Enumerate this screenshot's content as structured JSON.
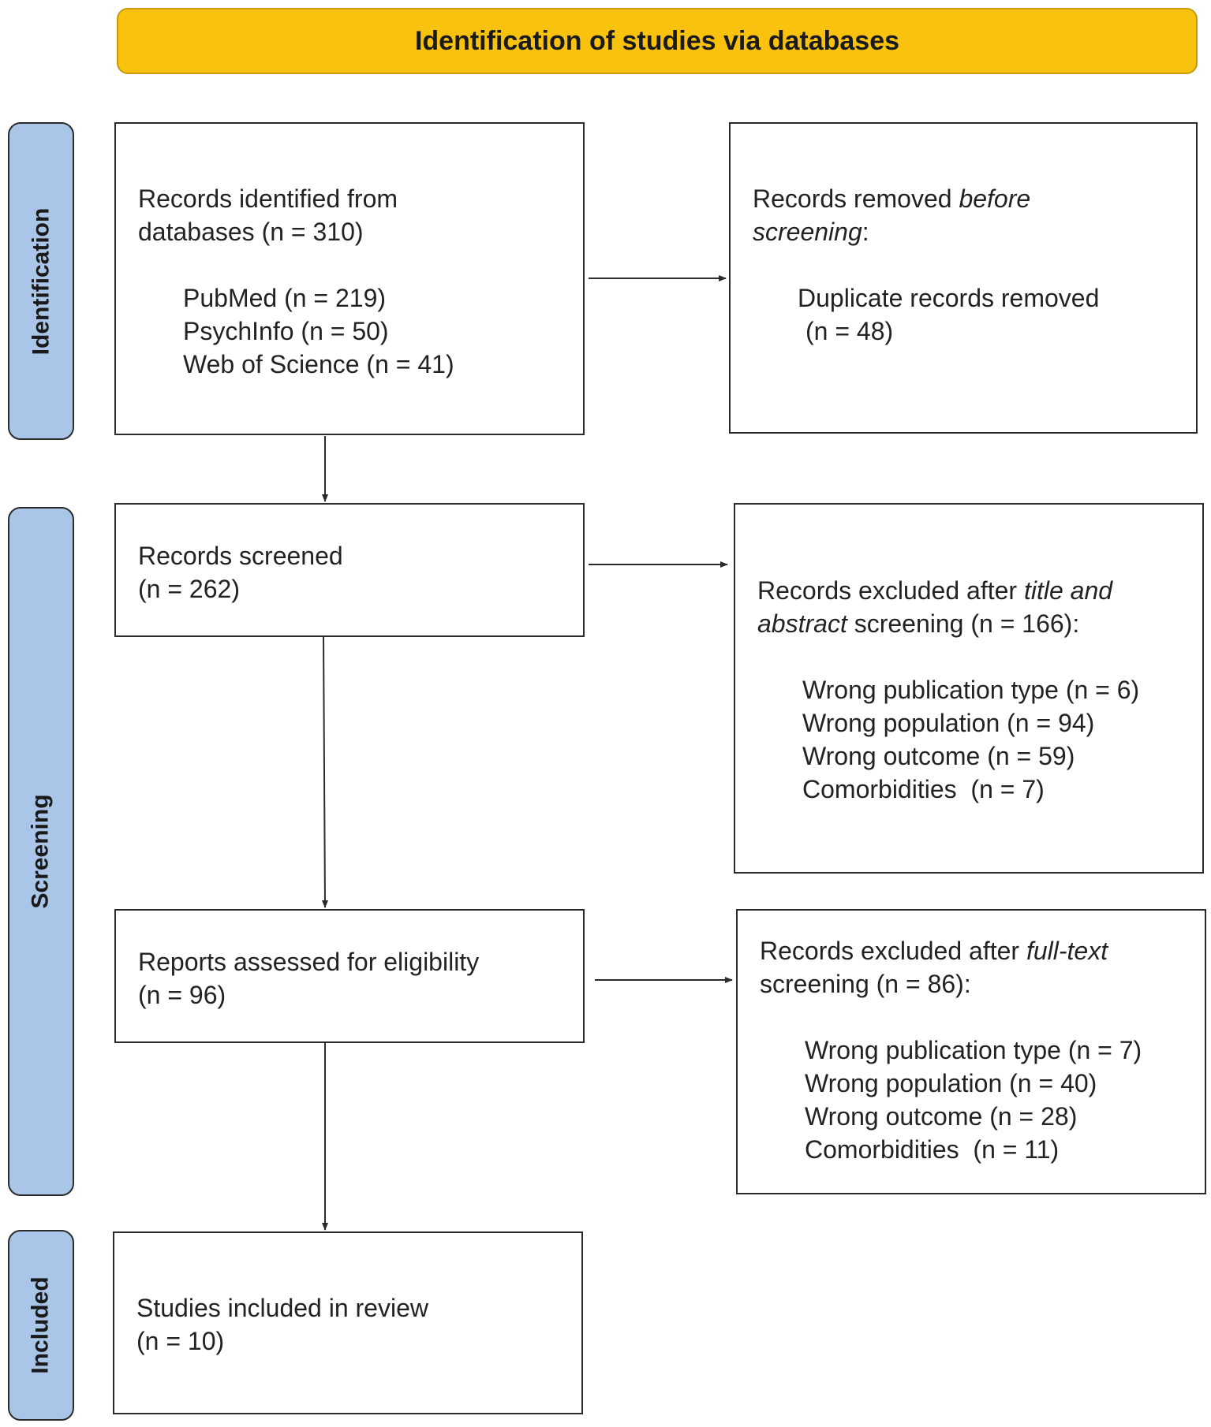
{
  "header": {
    "title": "Identification of studies via databases"
  },
  "stages": {
    "identification": "Identification",
    "screening": "Screening",
    "included": "Included"
  },
  "boxes": {
    "identified": {
      "line1": "Records identified from",
      "line2": "databases (n = 310)",
      "items": [
        "PubMed (n = 219)",
        "PsychInfo (n = 50)",
        "Web of Science (n = 41)"
      ]
    },
    "removed_before": {
      "line1_a": "Records removed ",
      "line1_b": "before",
      "line2": "screening",
      "line2_after": ":",
      "item_line1": "Duplicate records removed",
      "item_line2": "(n = 48)"
    },
    "screened": {
      "line1": "Records screened",
      "line2": "(n = 262)"
    },
    "excluded_title_abstract": {
      "line1_a": "Records excluded after ",
      "line1_b": "title and",
      "line2_a": "abstract",
      "line2_b": " screening (n = 166):",
      "items": [
        "Wrong publication type (n = 6)",
        "Wrong population (n = 94)",
        "Wrong outcome (n = 59)",
        "Comorbidities  (n = 7)"
      ]
    },
    "assessed": {
      "line1": "Reports assessed for eligibility",
      "line2": "(n = 96)"
    },
    "excluded_fulltext": {
      "line1_a": "Records excluded after ",
      "line1_b": "full-text",
      "line2": "screening (n = 86):",
      "items": [
        "Wrong publication type (n = 7)",
        "Wrong population (n = 40)",
        "Wrong outcome (n = 28)",
        "Comorbidities  (n = 11)"
      ]
    },
    "included": {
      "line1": "Studies included in review",
      "line2": "(n = 10)"
    }
  }
}
